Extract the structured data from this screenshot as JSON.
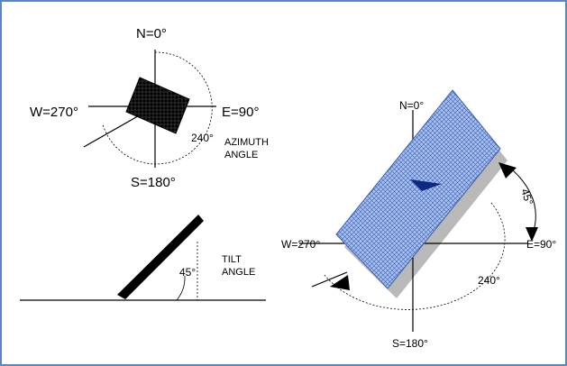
{
  "azimuth_diagram": {
    "north_label": "N=0°",
    "east_label": "E=90°",
    "south_label": "S=180°",
    "west_label": "W=270°",
    "angle_value": "240°",
    "caption_line1": "AZIMUTH",
    "caption_line2": "ANGLE"
  },
  "tilt_diagram": {
    "angle_value": "45°",
    "caption_line1": "TILT",
    "caption_line2": "ANGLE"
  },
  "panel_diagram": {
    "north_label": "N=0°",
    "east_label": "E=90°",
    "south_label": "S=180°",
    "west_label": "W=270°",
    "tilt_value": "45°",
    "azimuth_value": "240°"
  },
  "colors": {
    "frame_border": "#5b86c6",
    "panel_fill": "#a9c0ee",
    "panel_edge": "#3a5fb5",
    "panel_shadow": "#b9b9b9",
    "ink": "#000000"
  }
}
